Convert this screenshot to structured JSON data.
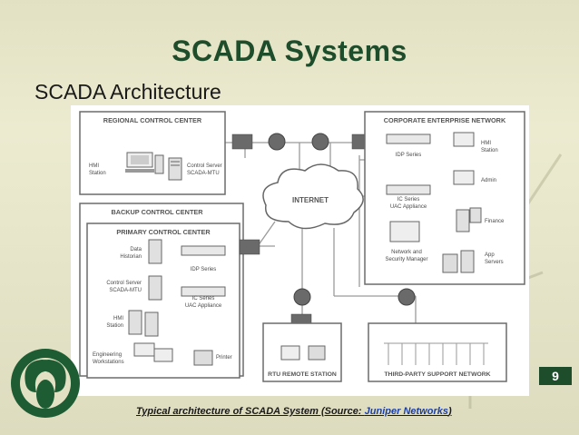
{
  "slide": {
    "title": "SCADA Systems",
    "subtitle": "SCADA Architecture",
    "page_number": "9",
    "caption_prefix": "Typical architecture of SCADA System (Source: ",
    "caption_link": "Juniper Networks",
    "caption_suffix": ")"
  },
  "diagram": {
    "regional": {
      "title": "REGIONAL CONTROL CENTER",
      "hmi_1": "HMI",
      "hmi_2": "Station",
      "server_1": "Control Server",
      "server_2": "SCADA-MTU"
    },
    "backup": {
      "title": "BACKUP CONTROL CENTER"
    },
    "primary": {
      "title": "PRIMARY CONTROL CENTER",
      "historian_1": "Data",
      "historian_2": "Historian",
      "idp": "IDP Series",
      "server_1": "Control Server",
      "server_2": "SCADA-MTU",
      "ic_1": "IC Series",
      "ic_2": "UAC Appliance",
      "hmi_1": "HMI",
      "hmi_2": "Station",
      "eng_1": "Engineering",
      "eng_2": "Workstations",
      "printer": "Printer"
    },
    "internet": "INTERNET",
    "corporate": {
      "title": "CORPORATE ENTERPRISE NETWORK",
      "idp": "IDP Series",
      "ic_1": "IC Series",
      "ic_2": "UAC Appliance",
      "hmi_1": "HMI",
      "hmi_2": "Station",
      "admin": "Admin",
      "finance": "Finance",
      "nsm_1": "Network and",
      "nsm_2": "Security Manager",
      "app_1": "App",
      "app_2": "Servers"
    },
    "rtu": "RTU REMOTE STATION",
    "third_party": "THIRD-PARTY SUPPORT NETWORK"
  },
  "colors": {
    "title_green": "#1e4d2b",
    "link_blue": "#1a3fa8",
    "diagram_gray": "#5a5a5a"
  }
}
